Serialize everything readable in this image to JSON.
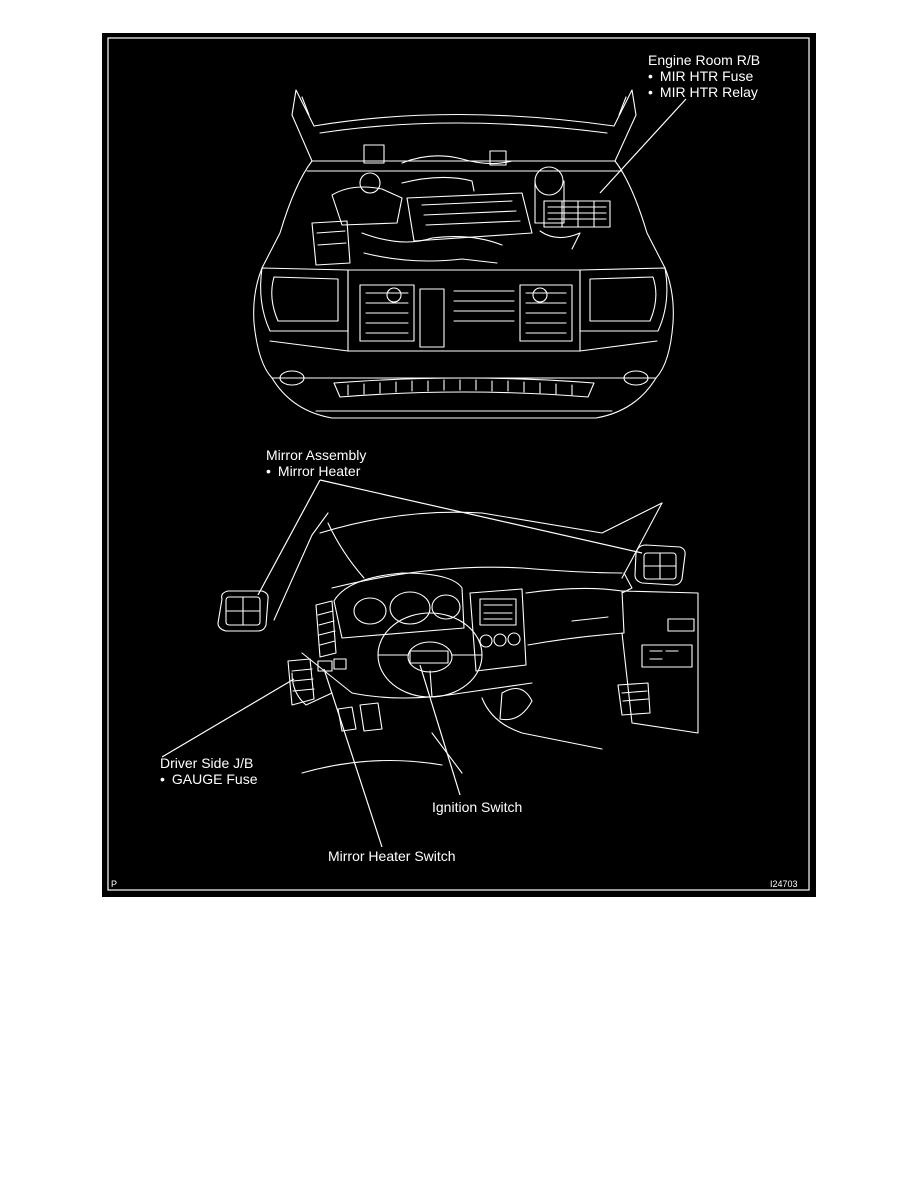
{
  "colors": {
    "page_background": "#ffffff",
    "diagram_background": "#000000",
    "line_art": "#ffffff"
  },
  "labels": {
    "engine_room_rb": {
      "title": "Engine Room R/B",
      "items": [
        "MIR HTR Fuse",
        "MIR HTR Relay"
      ]
    },
    "mirror_assembly": {
      "title": "Mirror Assembly",
      "items": [
        "Mirror Heater"
      ]
    },
    "driver_side_jb": {
      "title": "Driver Side J/B",
      "items": [
        "GAUGE Fuse"
      ]
    },
    "ignition_switch": "Ignition Switch",
    "mirror_heater_switch": "Mirror Heater Switch",
    "corner_code": "P",
    "figure_id": "I24703"
  }
}
